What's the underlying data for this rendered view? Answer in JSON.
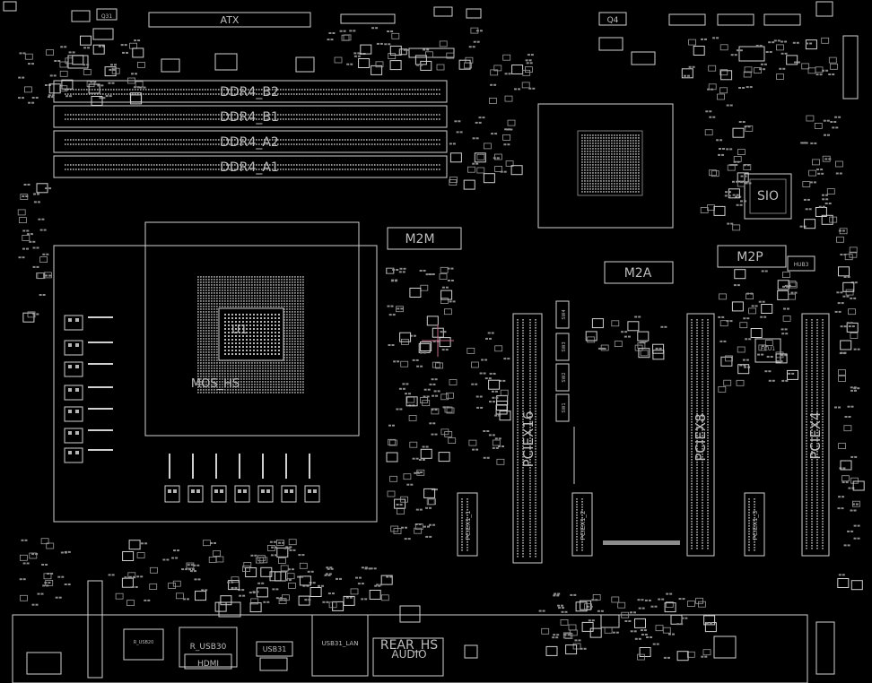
{
  "labels": {
    "atx": "ATX",
    "ddr4_b2": "DDR4_B2",
    "ddr4_b1": "DDR4_B1",
    "ddr4_a2": "DDR4_A2",
    "ddr4_a1": "DDR4_A1",
    "m2m": "M2M",
    "m2a": "M2A",
    "m2p": "M2P",
    "sio": "SIO",
    "u1": "U1",
    "mos_hs": "MOS_HS",
    "pciex16": "PCIEX16",
    "pciex8": "PCIEX8",
    "pciex4": "PCIEX4",
    "pciex1_1": "PCIEX1_1",
    "pciex1_2": "PCIEX1_2",
    "pciex1_3": "PCIEX1_3",
    "r_usb30": "R_USB30",
    "hdmi": "HDMI",
    "usb31": "USB31",
    "usb3_lan": "USB31_LAN",
    "rear_hs": "REAR_HS",
    "audio": "AUDIO",
    "q4": "Q4",
    "q31": "Q31",
    "sio_small": "ECU1",
    "hub": "HUB3",
    "sw1": "SW1",
    "sw2": "SW2",
    "sw3": "SW3",
    "sw4": "SW4"
  },
  "colors": {
    "background": "#000000",
    "outline": "#cfcfcf",
    "pad": "#8c8c8c",
    "text": "#bdbdbd"
  }
}
